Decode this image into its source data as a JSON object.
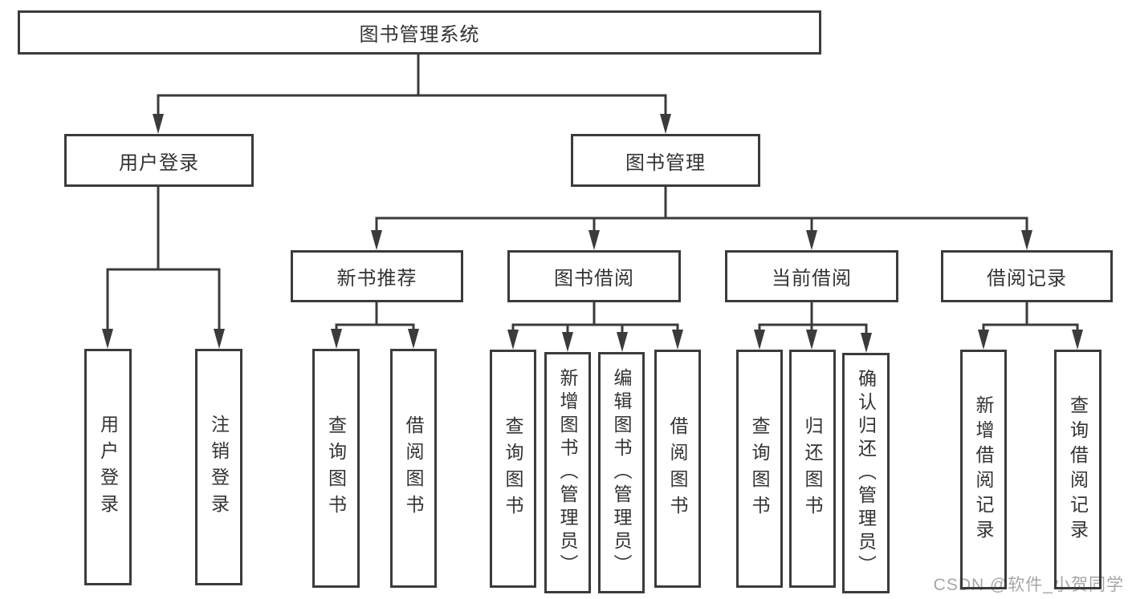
{
  "diagram": {
    "root": {
      "label": "图书管理系统"
    },
    "branches": {
      "user_login": {
        "label": "用户登录",
        "children": [
          {
            "label": "用户登录"
          },
          {
            "label": "注销登录"
          }
        ]
      },
      "book_mgmt": {
        "label": "图书管理",
        "children": [
          {
            "label": "新书推荐",
            "children": [
              {
                "label": "查询图书"
              },
              {
                "label": "借阅图书"
              }
            ]
          },
          {
            "label": "图书借阅",
            "children": [
              {
                "label": "查询图书"
              },
              {
                "label": "新增图书（管理员）"
              },
              {
                "label": "编辑图书（管理员）"
              },
              {
                "label": "借阅图书"
              }
            ]
          },
          {
            "label": "当前借阅",
            "children": [
              {
                "label": "查询图书"
              },
              {
                "label": "归还图书"
              },
              {
                "label": "确认归还（管理员）"
              }
            ]
          },
          {
            "label": "借阅记录",
            "children": [
              {
                "label": "新增借阅记录"
              },
              {
                "label": "查询借阅记录"
              }
            ]
          }
        ]
      }
    }
  },
  "watermark": {
    "text": "CSDN @软件_小贺同学"
  },
  "colors": {
    "line": "#3b3b3b",
    "box_border": "#3b3b3b",
    "box_fill": "#ffffff",
    "text": "#333333",
    "watermark": "#a6a6a6",
    "background": "#ffffff"
  }
}
